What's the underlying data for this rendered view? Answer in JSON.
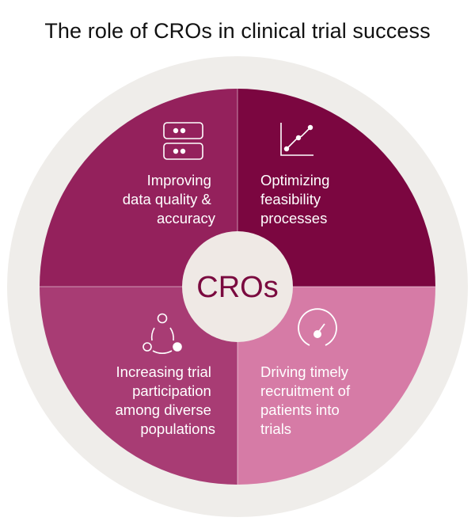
{
  "title": "The role of CROs in clinical trial success",
  "center_label": "CROs",
  "colors": {
    "outer_ring": "#efedea",
    "center_circle": "#efe9e5",
    "center_text": "#7a0a3f",
    "quadrant_top_left": "#94215c",
    "quadrant_top_right": "#7b0640",
    "quadrant_bottom_left": "#a83c74",
    "quadrant_bottom_right": "#d67ba6",
    "text": "#ffffff"
  },
  "quadrants": {
    "top_left": {
      "icon": "database-server-icon",
      "lines": [
        "Improving",
        "data quality &",
        "accuracy"
      ]
    },
    "top_right": {
      "icon": "line-chart-icon",
      "lines": [
        "Optimizing",
        "feasibility",
        "processes"
      ]
    },
    "bottom_left": {
      "icon": "network-nodes-icon",
      "lines": [
        "Increasing trial",
        "participation",
        "among diverse",
        "populations"
      ]
    },
    "bottom_right": {
      "icon": "gauge-icon",
      "lines": [
        "Driving timely",
        "recruitment of",
        "patients into",
        "trials"
      ]
    }
  }
}
